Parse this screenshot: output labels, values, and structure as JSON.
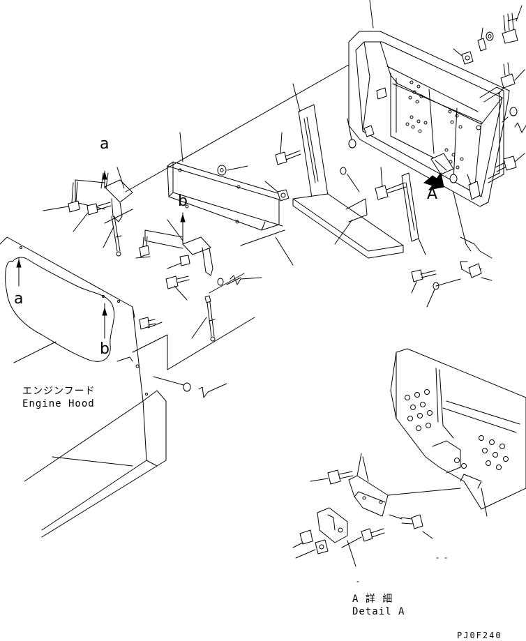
{
  "labels": {
    "view_a": "a",
    "view_b": "b",
    "engine_hood_jp": "エンジンフード",
    "engine_hood_en": "Engine Hood",
    "arrow_a": "A",
    "detail_jp": "A 詳 細",
    "detail_en": "Detail A",
    "drawing_code": "PJ0F240"
  }
}
